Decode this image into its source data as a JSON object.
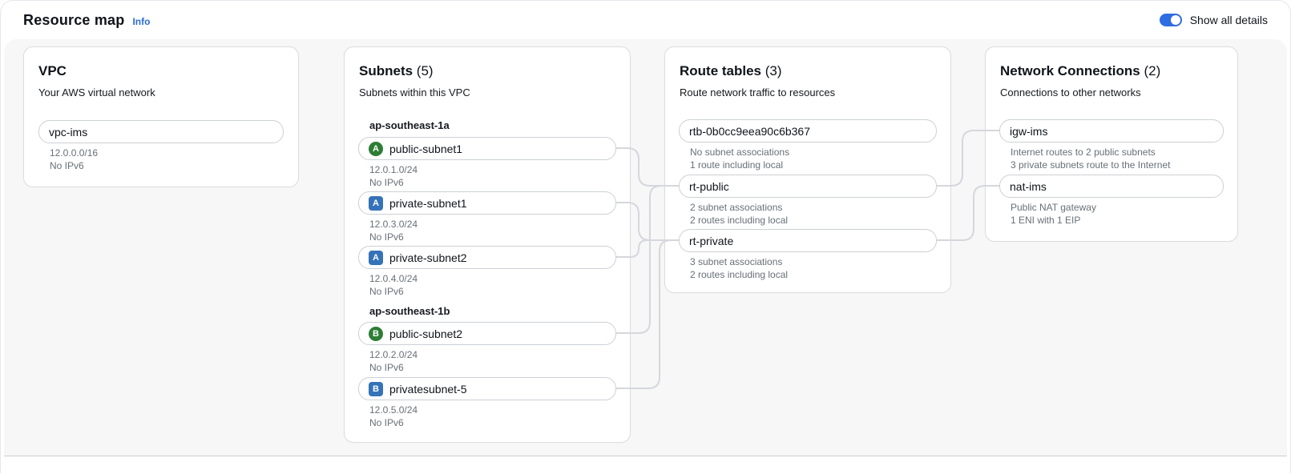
{
  "header": {
    "title": "Resource map",
    "info_label": "Info",
    "show_all_details_label": "Show all details",
    "toggle_state": "on"
  },
  "vpc": {
    "title": "VPC",
    "subtitle": "Your AWS virtual network",
    "item": {
      "label": "vpc-ims",
      "meta1": "12.0.0.0/16",
      "meta2": "No IPv6"
    }
  },
  "subnets": {
    "title": "Subnets",
    "count": "(5)",
    "subtitle": "Subnets within this VPC",
    "groups": [
      {
        "az": "ap-southeast-1a",
        "items": [
          {
            "label": "public-subnet1",
            "badge": "A",
            "kind": "public",
            "meta1": "12.0.1.0/24",
            "meta2": "No IPv6"
          },
          {
            "label": "private-subnet1",
            "badge": "A",
            "kind": "private",
            "meta1": "12.0.3.0/24",
            "meta2": "No IPv6"
          },
          {
            "label": "private-subnet2",
            "badge": "A",
            "kind": "private",
            "meta1": "12.0.4.0/24",
            "meta2": "No IPv6"
          }
        ]
      },
      {
        "az": "ap-southeast-1b",
        "items": [
          {
            "label": "public-subnet2",
            "badge": "B",
            "kind": "public",
            "meta1": "12.0.2.0/24",
            "meta2": "No IPv6"
          },
          {
            "label": "privatesubnet-5",
            "badge": "B",
            "kind": "private",
            "meta1": "12.0.5.0/24",
            "meta2": "No IPv6"
          }
        ]
      }
    ]
  },
  "route_tables": {
    "title": "Route tables",
    "count": "(3)",
    "subtitle": "Route network traffic to resources",
    "items": [
      {
        "label": "rtb-0b0cc9eea90c6b367",
        "meta1": "No subnet associations",
        "meta2": "1 route including local"
      },
      {
        "label": "rt-public",
        "meta1": "2 subnet associations",
        "meta2": "2 routes including local"
      },
      {
        "label": "rt-private",
        "meta1": "3 subnet associations",
        "meta2": "2 routes including local"
      }
    ]
  },
  "network_connections": {
    "title": "Network Connections",
    "count": "(2)",
    "subtitle": "Connections to other networks",
    "items": [
      {
        "label": "igw-ims",
        "meta1": "Internet routes to 2 public subnets",
        "meta2": "3 private subnets route to the Internet"
      },
      {
        "label": "nat-ims",
        "meta1": "Public NAT gateway",
        "meta2": "1 ENI with 1 EIP"
      }
    ]
  },
  "connections": [
    {
      "from": "public-subnet1",
      "to": "rt-public"
    },
    {
      "from": "private-subnet1",
      "to": "rt-private"
    },
    {
      "from": "private-subnet2",
      "to": "rt-private"
    },
    {
      "from": "public-subnet2",
      "to": "rt-public"
    },
    {
      "from": "privatesubnet-5",
      "to": "rt-private"
    },
    {
      "from": "rt-public",
      "to": "igw-ims"
    },
    {
      "from": "rt-private",
      "to": "nat-ims"
    }
  ],
  "colors": {
    "accent_blue": "#2f6de0",
    "link_blue": "#2b6bd9",
    "public_badge_green": "#2e7d35",
    "private_badge_blue": "#3572b8",
    "connector_gray": "#d5d7dd",
    "map_background": "#f7f7f8"
  }
}
